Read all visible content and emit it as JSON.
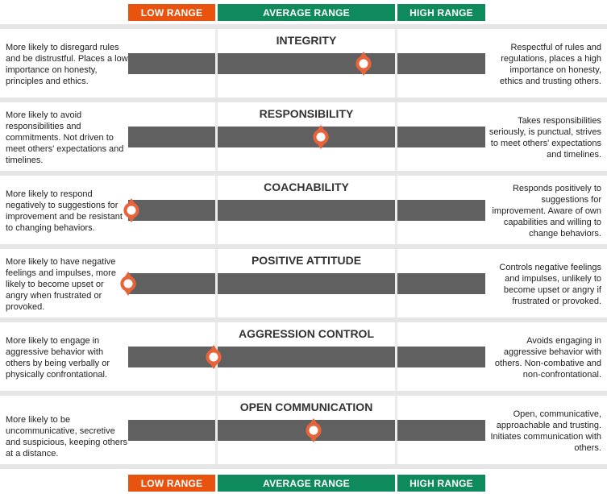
{
  "ranges": {
    "low": "LOW RANGE",
    "average": "AVERAGE RANGE",
    "high": "HIGH RANGE",
    "colors": {
      "low": "#e8540f",
      "average": "#0e8a5c",
      "high": "#0e8a5c",
      "bar": "#606060",
      "marker": "#e8633a"
    }
  },
  "traits": [
    {
      "title": "INTEGRITY",
      "low_description": "More likely to disregard rules and be distrustful. Places a low importance on honesty, principles and ethics.",
      "high_description": "Respectful of rules and regulations, places a high importance on honesty, ethics and trusting others.",
      "score_percent": 66
    },
    {
      "title": "RESPONSIBILITY",
      "low_description": "More likely to avoid responsibilities and commitments. Not driven to meet others' expectations and timelines.",
      "high_description": "Takes responsibilities seriously, is punctual, strives to meet others' expectations and timelines.",
      "score_percent": 54
    },
    {
      "title": "COACHABILITY",
      "low_description": "More likely to respond negatively to suggestions for improvement and be resistant to changing behaviors.",
      "high_description": "Responds positively to suggestions for improvement. Aware of own capabilities and willing to change behaviors.",
      "score_percent": 1
    },
    {
      "title": "POSITIVE ATTITUDE",
      "low_description": "More likely to have negative feelings and impulses, more likely to become upset or angry when frustrated or provoked.",
      "high_description": "Controls negative feelings and impulses, unlikely to become upset or angry if frustrated or provoked.",
      "score_percent": 0
    },
    {
      "title": "AGGRESSION CONTROL",
      "low_description": "More likely to engage in aggressive behavior with others by being verbally or physically confrontational.",
      "high_description": "Avoids engaging in aggressive behavior with others. Non-combative and non-confrontational.",
      "score_percent": 24
    },
    {
      "title": "OPEN COMMUNICATION",
      "low_description": "More likely to be uncommunicative, secretive and suspicious, keeping others at a distance.",
      "high_description": "Open, communicative, approachable and trusting. Initiates communication with others.",
      "score_percent": 52
    }
  ]
}
